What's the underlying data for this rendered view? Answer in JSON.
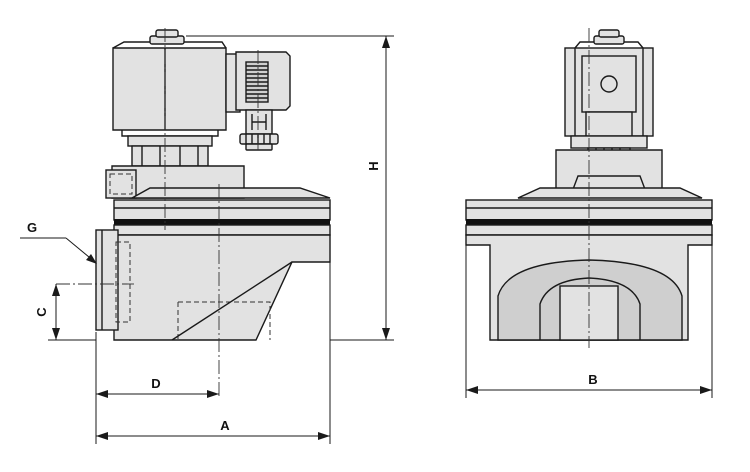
{
  "labels": {
    "a": "A",
    "b": "B",
    "c": "C",
    "d": "D",
    "g": "G",
    "h": "H"
  }
}
